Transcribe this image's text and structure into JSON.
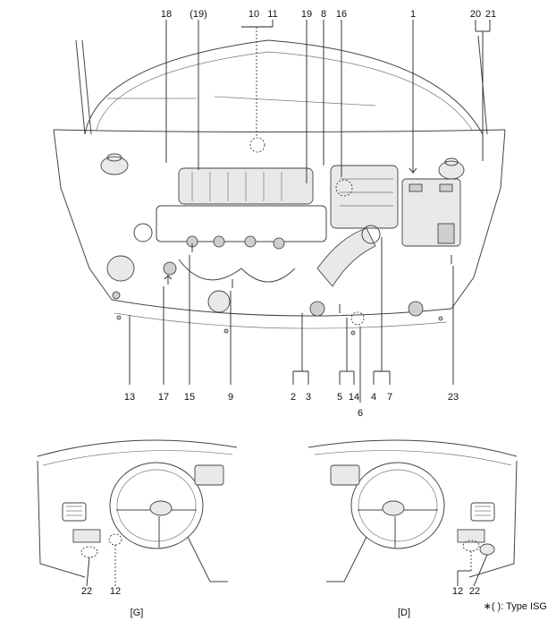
{
  "labels": {
    "l18": "18",
    "l19p": "(19)",
    "l10": "10",
    "l11": "11",
    "l19": "19",
    "l8": "8",
    "l16": "16",
    "l1": "1",
    "l20": "20",
    "l21": "21",
    "l13": "13",
    "l17": "17",
    "l15": "15",
    "l9": "9",
    "l2": "2",
    "l3": "3",
    "l5": "5",
    "l14": "14",
    "l4": "4",
    "l7": "7",
    "l6": "6",
    "l23": "23",
    "l22a": "22",
    "l12a": "12",
    "l12b": "12",
    "l22b": "22"
  },
  "captions": {
    "left_view": "[G]",
    "right_view": "[D]",
    "note": "∗( ): Type ISG"
  }
}
